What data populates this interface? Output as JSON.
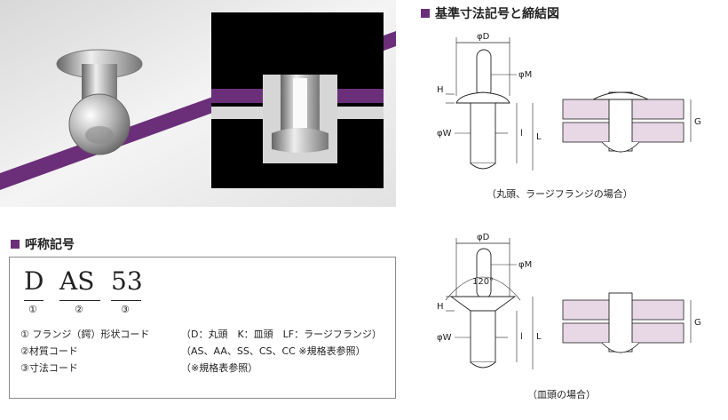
{
  "sections": {
    "dimension_title": "基準寸法記号と締結図",
    "designation_title": "呼称記号"
  },
  "designation": {
    "letters": [
      "D",
      "AS",
      "53"
    ],
    "markers": [
      "①",
      "②",
      "③"
    ],
    "rows": [
      {
        "label": "① フランジ（鍔）形状コード",
        "value": "（D：丸頭　K：皿頭　LF：ラージフランジ）"
      },
      {
        "label": "②材質コード",
        "value": "（AS、AA、SS、CS、CC ※規格表参照）"
      },
      {
        "label": "③寸法コード",
        "value": "（※規格表参照）"
      }
    ]
  },
  "diagrams": {
    "top_caption": "（丸頭、ラージフランジの場合）",
    "bottom_caption": "（皿頭の場合）",
    "labels": {
      "phi_d": "φD",
      "phi_m": "φM",
      "phi_w": "φW",
      "h": "H",
      "l_small": "l",
      "l_big": "L",
      "g": "G",
      "angle": "120°"
    }
  },
  "colors": {
    "accent": "#6b2f7a",
    "plate_fill": "#e8d8e6",
    "dark_bg": "#000000"
  }
}
